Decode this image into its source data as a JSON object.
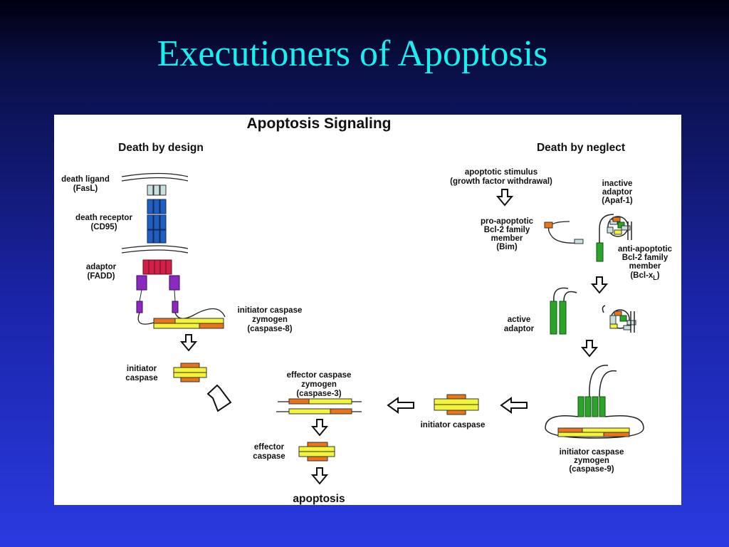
{
  "slide": {
    "title": "Executioners of Apoptosis"
  },
  "figure": {
    "title": "Apoptosis Signaling",
    "left_pathway": {
      "heading": "Death by design",
      "death_ligand": [
        "death ligand",
        "(FasL)"
      ],
      "death_receptor": [
        "death receptor",
        "(CD95)"
      ],
      "adaptor": [
        "adaptor",
        "(FADD)"
      ],
      "initiator_zymogen": [
        "initiator caspase",
        "zymogen",
        "(caspase-8)"
      ],
      "initiator_caspase": [
        "initiator",
        "caspase"
      ]
    },
    "center": {
      "effector_zymogen": [
        "effector caspase",
        "zymogen",
        "(caspase-3)"
      ],
      "effector_caspase": [
        "effector",
        "caspase"
      ],
      "initiator_caspase": "initiator caspase",
      "outcome": "apoptosis"
    },
    "right_pathway": {
      "heading": "Death by neglect",
      "stimulus": [
        "apoptotic stimulus",
        "(growth factor withdrawal)"
      ],
      "pro_apoptotic": [
        "pro-apoptotic",
        "Bcl-2 family",
        "member",
        "(Bim)"
      ],
      "inactive_adaptor": [
        "inactive",
        "adaptor",
        "(Apaf-1)"
      ],
      "anti_apoptotic": [
        "anti-apoptotic",
        "Bcl-2 family",
        "member"
      ],
      "anti_apoptotic_name": {
        "base": "(Bcl-x",
        "sub": "L",
        "close": ")"
      },
      "active_adaptor": [
        "active",
        "adaptor"
      ],
      "initiator_zymogen": [
        "initiator caspase",
        "zymogen",
        "(caspase-9)"
      ]
    },
    "colors": {
      "receptor_blue": "#1f5fbf",
      "adaptor_red": "#d0204a",
      "adaptor_purple": "#8a2ac0",
      "caspase_yellow": "#f4f43a",
      "caspase_orange": "#e8741c",
      "apaf_green": "#2aa52a",
      "ligand_light": "#c8e0e0"
    }
  }
}
